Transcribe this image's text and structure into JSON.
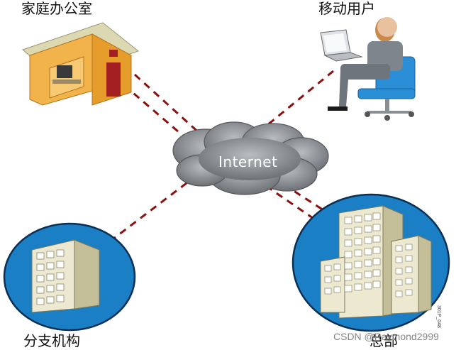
{
  "nodes": {
    "home_office": {
      "label": "家庭办公室"
    },
    "mobile_user": {
      "label": "移动用户"
    },
    "branch": {
      "label": "分支机构"
    },
    "headquarters": {
      "label": "总部"
    }
  },
  "cloud": {
    "label": "Internet"
  },
  "watermark": "CSDN @Raymond2999",
  "figure_code": "301P_048",
  "colors": {
    "link": "#8b1010",
    "cloud": "#8c8f94",
    "circle": "#1a7fc4",
    "building": "#d8d4b8"
  }
}
